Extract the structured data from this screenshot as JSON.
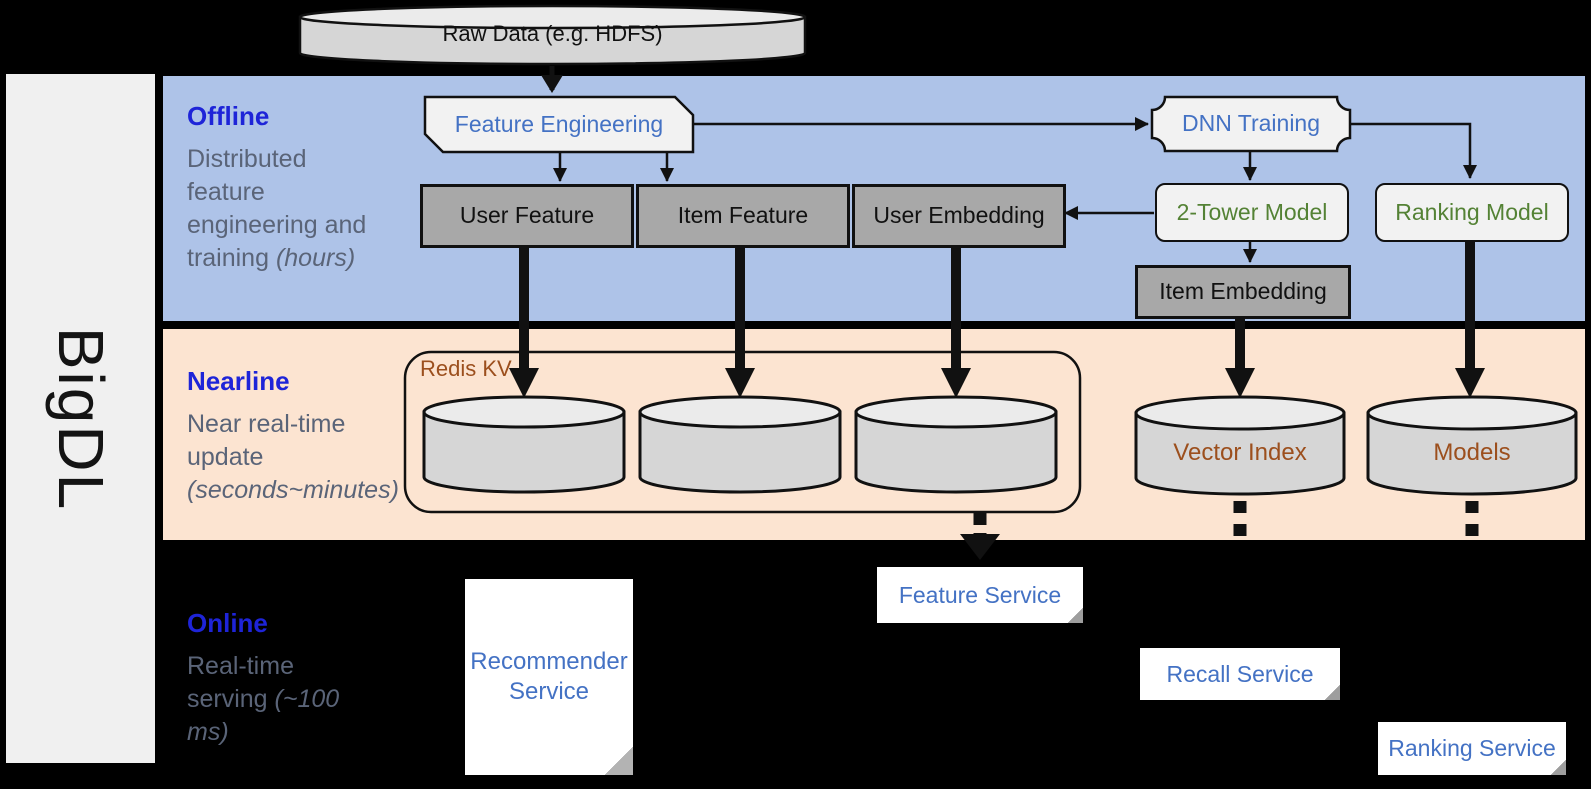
{
  "colors": {
    "background": "#000000",
    "sidebar_bg": "#f0f0f0",
    "band_offline": "#aec3e8",
    "band_nearline": "#fce4d1",
    "section_label": "#1e24d8",
    "body_text": "#5a6478",
    "node_blue": "#4472c4",
    "node_green": "#548235",
    "store_brown": "#9c4f1d",
    "box_dark": "#a8a8a8",
    "box_light": "#f2f2f2",
    "cyl_body": "#d6d6d6",
    "cyl_top": "#ebebeb"
  },
  "sidebar": {
    "brand": "BigDL"
  },
  "pipeline": {
    "raw_data": "Raw Data (e.g. HDFS)",
    "feature_engineering": "Feature Engineering",
    "dnn_training": "DNN Training",
    "user_feature": "User Feature",
    "item_feature": "Item Feature",
    "user_embedding": "User Embedding",
    "two_tower_model": "2-Tower Model",
    "ranking_model": "Ranking Model",
    "item_embedding": "Item Embedding"
  },
  "offline": {
    "label": "Offline",
    "description": "Distributed feature engineering and training",
    "duration": "(hours)"
  },
  "nearline": {
    "label": "Nearline",
    "description": "Near real-time update",
    "duration": "(seconds~minutes)",
    "redis_kv": "Redis KV",
    "vector_index": "Vector Index",
    "models": "Models"
  },
  "online": {
    "label": "Online",
    "description": "Real-time serving",
    "duration": "(~100 ms)",
    "recommender_service": "Recommender Service",
    "feature_service": "Feature Service",
    "recall_service": "Recall Service",
    "ranking_service": "Ranking Service"
  }
}
